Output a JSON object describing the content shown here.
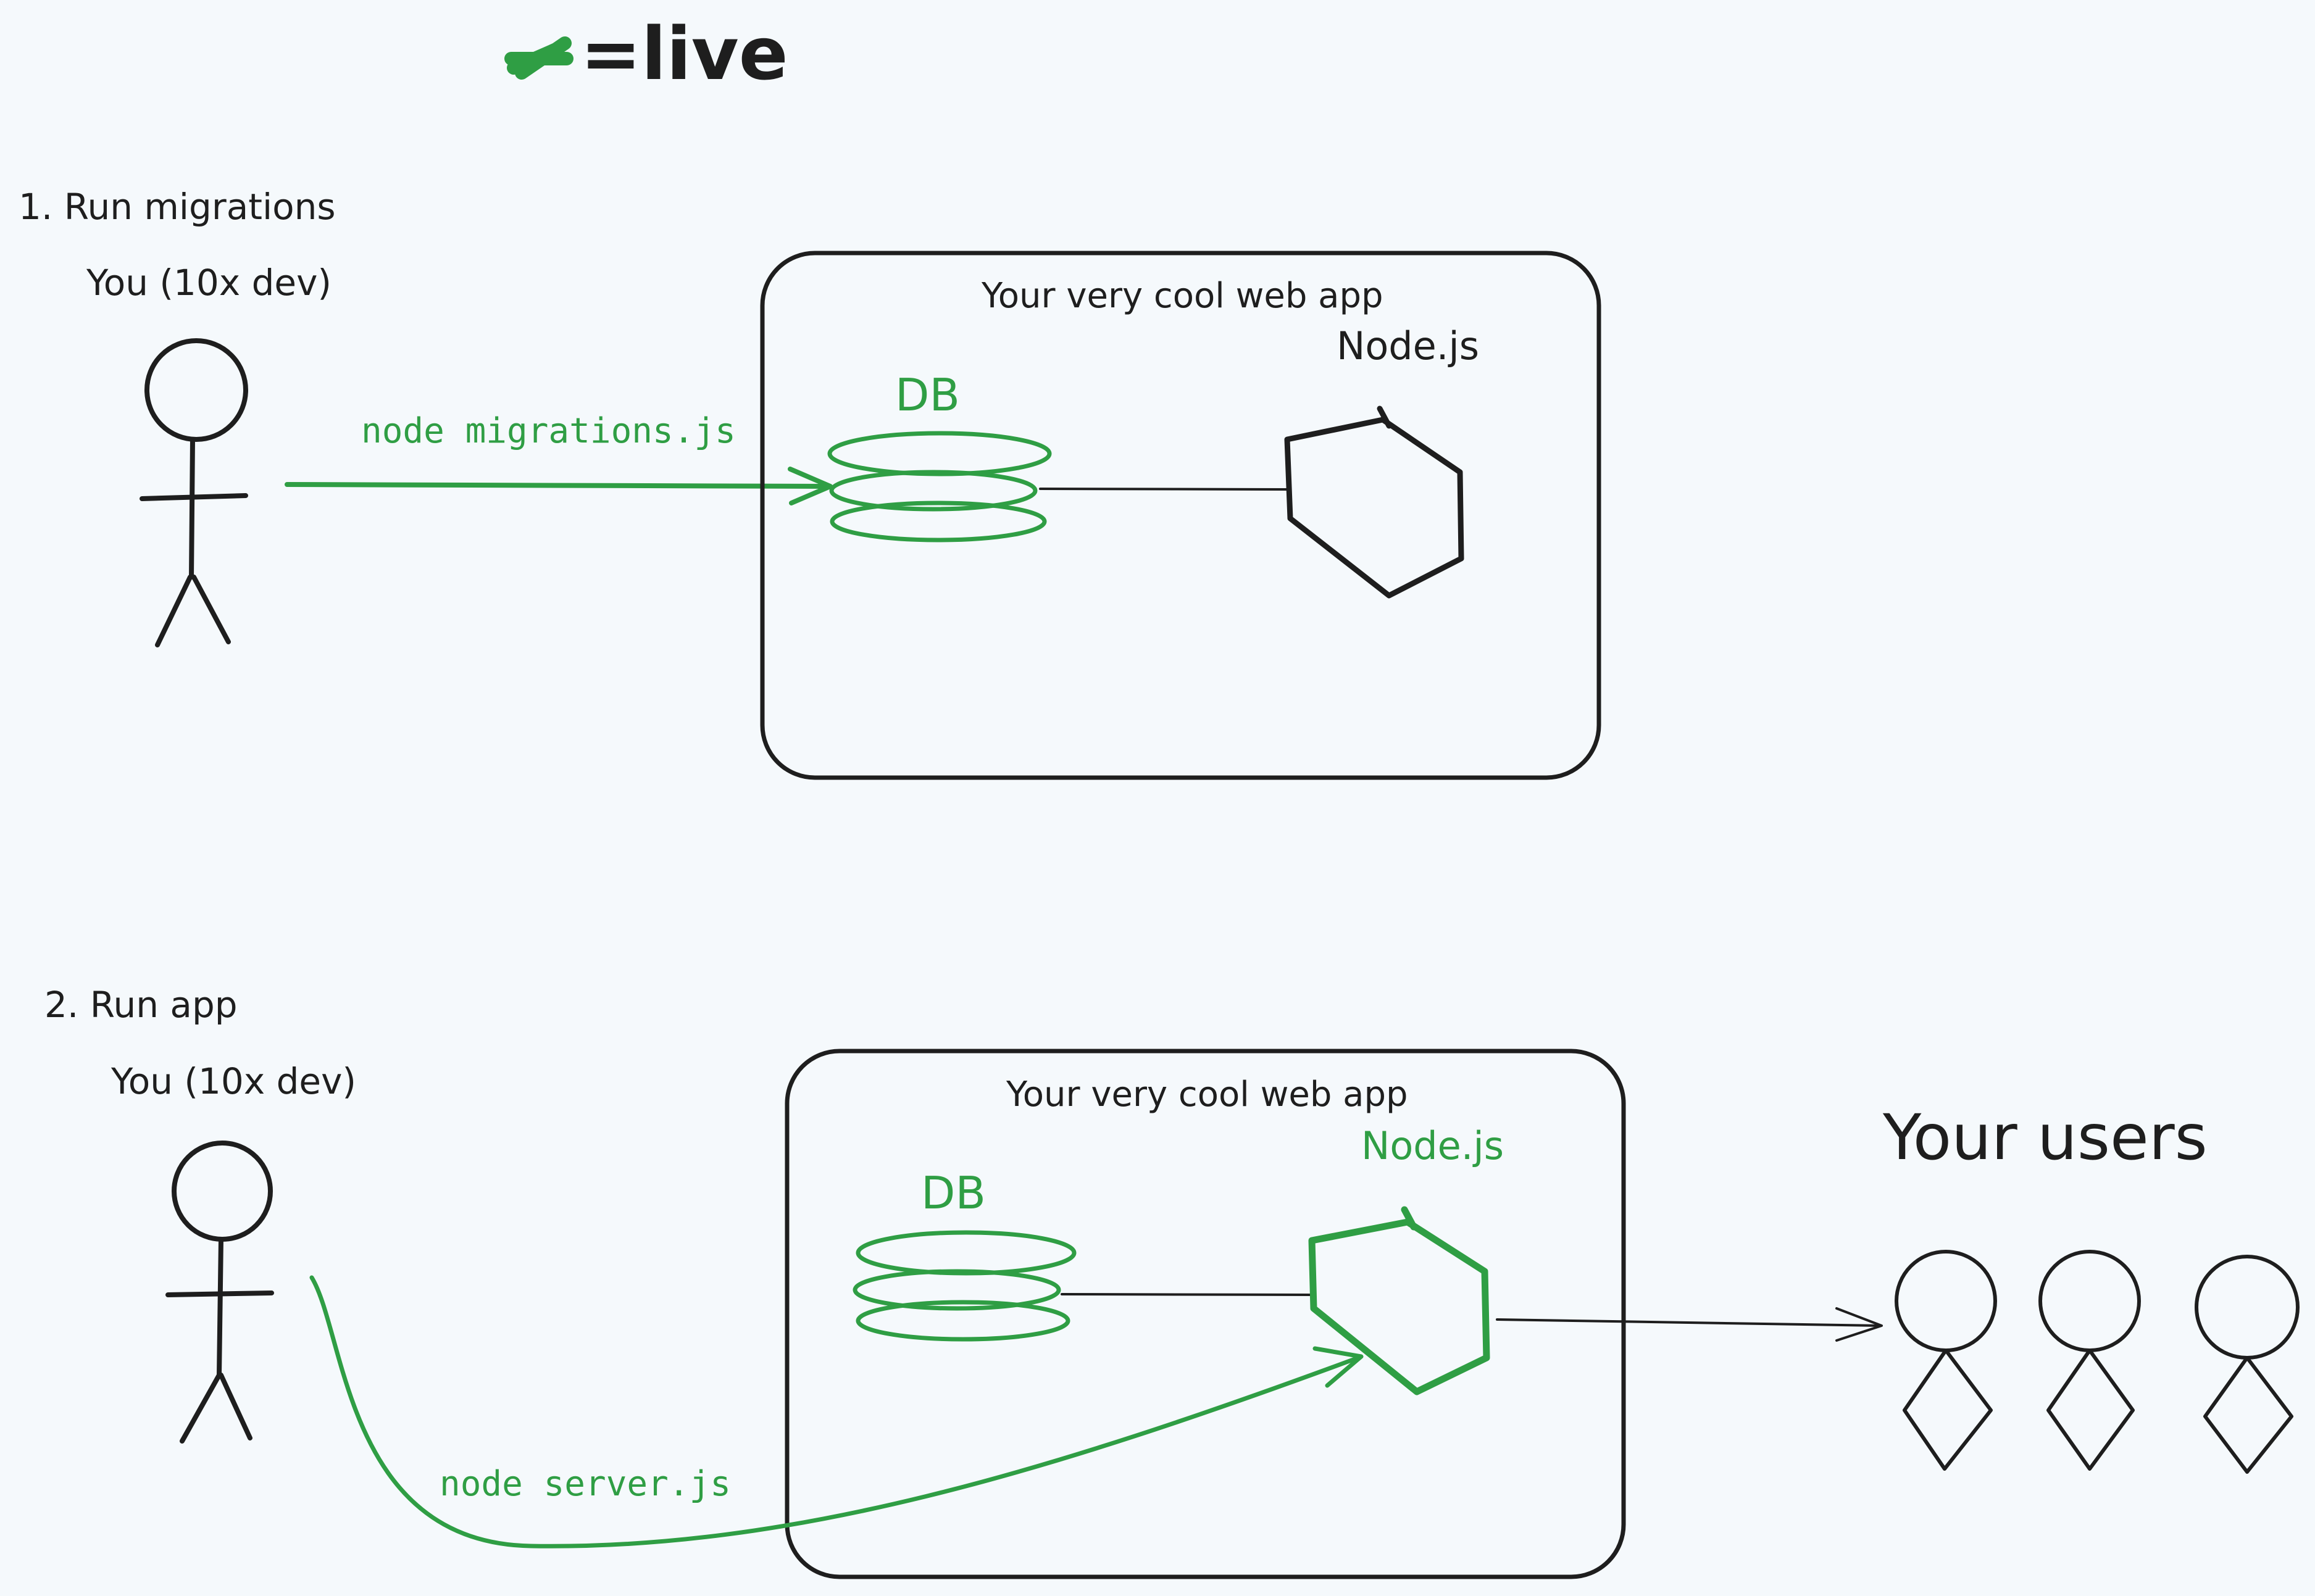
{
  "legend": {
    "label": "=live",
    "marker_color": "#2f9e44"
  },
  "colors": {
    "live": "#2f9e44",
    "ink": "#1e1e1e",
    "background": "#f5f9fc"
  },
  "step1": {
    "title": "1. Run migrations",
    "actor_label": "You (10x dev)",
    "command": "node migrations.js",
    "app_title": "Your very cool web app",
    "db_label": "DB",
    "node_label": "Node.js"
  },
  "step2": {
    "title": "2. Run app",
    "actor_label": "You (10x dev)",
    "command": "node server.js",
    "app_title": "Your very cool web app",
    "db_label": "DB",
    "node_label": "Node.js",
    "users_label": "Your users"
  }
}
